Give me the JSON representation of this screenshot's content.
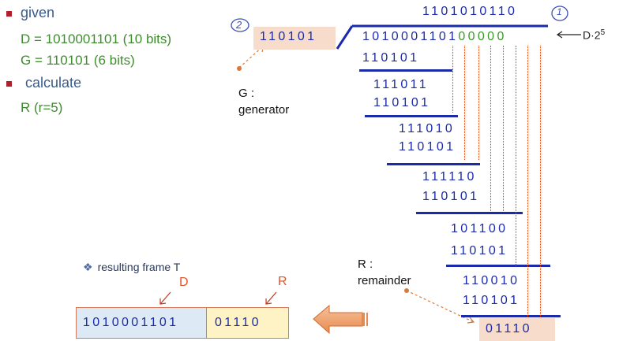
{
  "left": {
    "given_heading": "given",
    "D_line": "D = 1010001101 (10 bits)",
    "G_line": "G = 110101 (6 bits)",
    "calculate_heading": "calculate",
    "R_line": "R (r=5)"
  },
  "division": {
    "quotient": "1101010110",
    "divisor": "110101",
    "dividend_data": "1010001101",
    "dividend_padding": "00000",
    "dividend_label": "D·2",
    "dividend_label_exp": "5",
    "steps": [
      {
        "subtract": "110101"
      },
      {
        "value": "111011",
        "subtract": "110101"
      },
      {
        "value": "111010",
        "subtract": "110101"
      },
      {
        "value": "111110",
        "subtract": "110101"
      },
      {
        "value": "101100",
        "subtract": "110101"
      },
      {
        "value": "110010",
        "subtract": "110101"
      }
    ],
    "remainder": "01110"
  },
  "annotations": {
    "step_two": "2",
    "step_one": "1",
    "G_label": "G :\ngenerator",
    "R_label": "R :\nremainder"
  },
  "frame": {
    "title": "resulting frame T",
    "bullet_glyph": "❖",
    "D_label": "D",
    "R_label": "R",
    "data_bits": "1010001101",
    "crc_bits": "01110"
  },
  "colors": {
    "digits": "#1a2aa8",
    "green": "#3a9a2a",
    "heading": "#3a5b8c",
    "bullet": "#b0202a",
    "accent_orange": "#e0552a",
    "g_box": "#f7dccb",
    "data_box": "#dde9f5",
    "crc_box": "#fdf3c4"
  }
}
